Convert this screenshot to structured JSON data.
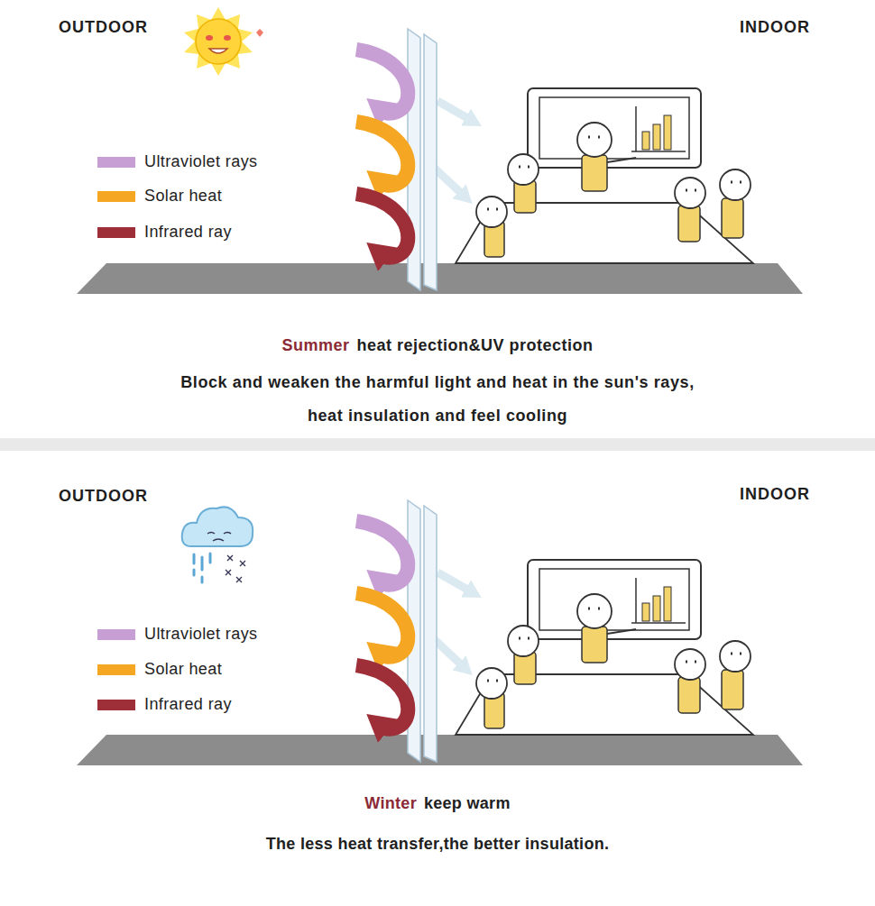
{
  "diagram": {
    "labels": [
      "OUTDOOR",
      "INDOOR",
      "Summer",
      "heat rejection&UV protection",
      "Block and weaken the harmful light and heat in the sun's rays,",
      "heat insulation and feel cooling",
      "OUTDOOR",
      "INDOOR",
      "Winter",
      "keep warm",
      "The less heat transfer,the better insulation."
    ],
    "legend": [
      {
        "text": "Ultraviolet rays",
        "color": "#c79fd4"
      },
      {
        "text": "Solar heat",
        "color": "#f5a623"
      },
      {
        "text": "Infrared ray",
        "color": "#9e2f38"
      },
      {
        "text": "Ultraviolet rays",
        "color": "#c79fd4"
      },
      {
        "text": "Solar heat",
        "color": "#f5a623"
      },
      {
        "text": "Infrared ray",
        "color": "#9e2f38"
      }
    ]
  }
}
